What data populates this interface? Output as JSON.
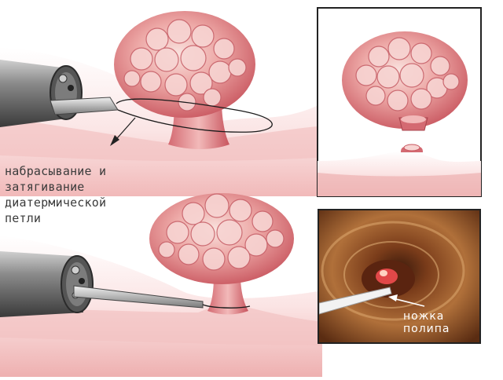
{
  "labels": {
    "snare_lines": [
      "набрасывание и",
      "затягивание",
      "диатермической",
      "петли"
    ],
    "stalk_lines": [
      "ножка",
      "полипа"
    ]
  },
  "colors": {
    "tissue_light": "#f8dcdc",
    "tissue_mid": "#f1b5b5",
    "tissue_dark": "#d9838a",
    "polyp": "#e07a80",
    "polyp_highlight": "#f7d4d2",
    "panel_border": "#222222",
    "endoscope": "#6a6a6a",
    "endo_photo": "#8a4a22"
  }
}
